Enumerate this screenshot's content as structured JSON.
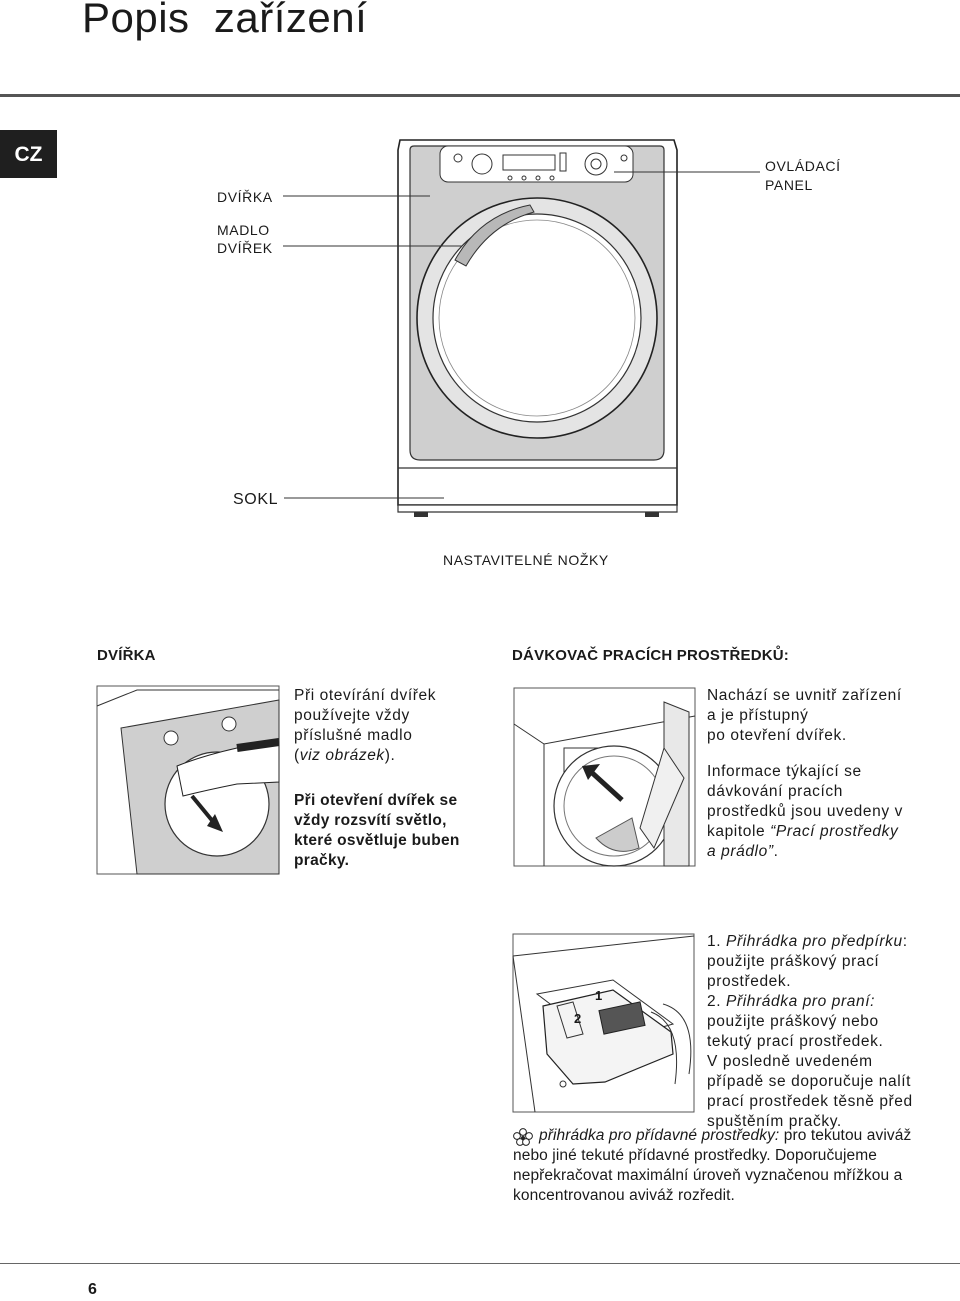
{
  "header": {
    "title": "Popis  zařízení",
    "lang_badge": "CZ"
  },
  "diagram": {
    "labels": {
      "door": "DVÍŘKA",
      "door_handle_1": "MADLO",
      "door_handle_2": "DVÍŘEK",
      "control_panel_1": "OVLÁDACÍ",
      "control_panel_2": "PANEL",
      "plinth": "SOKL",
      "feet": "NASTAVITELNÉ NOŽKY"
    }
  },
  "door_section": {
    "heading": "DVÍŘKA",
    "p1_lines": [
      "Při otevírání dvířek",
      "používejte vždy",
      "příslušné madlo"
    ],
    "p1_italic_open": "(",
    "p1_italic": "viz obrázek",
    "p1_tail": ").",
    "p2_lines": [
      "Při otevření dvířek se",
      "vždy rozsvítí světlo,",
      "které osvětluje buben",
      "pračky."
    ]
  },
  "dispenser_section": {
    "heading": "DÁVKOVAČ PRACÍCH PROSTŘEDKŮ:",
    "p1_lines": [
      "Nachází se uvnitř zařízení",
      "a je přístupný",
      "po otevření dvířek."
    ],
    "p2_lines": [
      "Informace týkající se",
      "dávkování pracích",
      "prostředků jsou uvedeny v"
    ],
    "p2_line4_prefix": "kapitole ",
    "p2_line4_italic": "“Prací prostředky",
    "p2_line5_italic": "a prádlo”",
    "p2_line5_tail": "."
  },
  "compartments": {
    "tray_num_1": "1",
    "tray_num_2": "2",
    "item1_prefix": "1. ",
    "item1_title": "Přihrádka pro předpírku",
    "item1_colon": ":",
    "item1_lines": [
      "použijte práškový prací",
      "prostředek."
    ],
    "item2_prefix": "2. ",
    "item2_title": "Přihrádka pro praní:",
    "item2_lines": [
      "použijte práškový nebo",
      "tekutý prací prostředek.",
      "V posledně uvedeném",
      "případě se doporučuje nalít",
      "prací prostředek těsně před",
      "spuštěním pračky."
    ],
    "softener_title": "přihrádka pro přídavné prostředky:",
    "softener_tail": " pro tekutou aviváž",
    "softener_lines": [
      "nebo jiné tekuté přídavné prostředky. Doporučujeme",
      "nepřekračovat maximální úroveň vyznačenou mřížkou a",
      "koncentrovanou aviváž rozředit."
    ]
  },
  "footer": {
    "page_number": "6"
  }
}
